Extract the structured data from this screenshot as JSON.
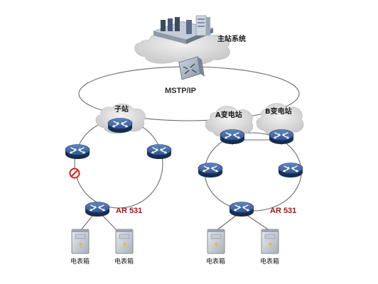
{
  "labels": {
    "master_station": "主站系统",
    "network": "MSTP/IP",
    "substation": "子站",
    "station_a": "A变电站",
    "station_b": "B变电站",
    "router_left": "AR 531",
    "router_right": "AR 531",
    "meter_box": "电表箱"
  },
  "colors": {
    "router_fill": "#1e3f73",
    "ring_line": "#6b6b6b",
    "cloud": "#d6d6d6",
    "label_red": "#a4161a",
    "block_icon": "#d62020"
  },
  "icons": {
    "router": "router-icon",
    "switch": "switch-icon",
    "server": "server-rack-icon",
    "meter": "meter-box-icon",
    "blocked": "blocked-port-icon"
  }
}
